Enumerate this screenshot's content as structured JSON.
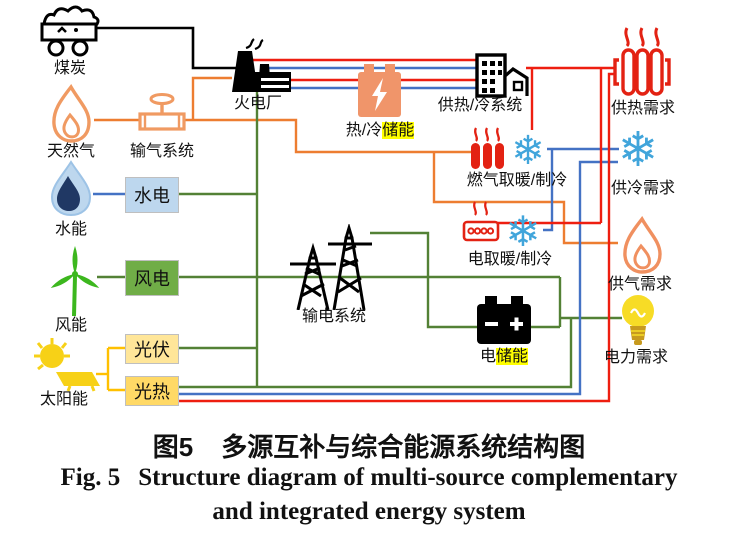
{
  "nodes": {
    "coal": "煤炭",
    "natural_gas": "天然气",
    "hydro_energy": "水能",
    "wind_energy": "风能",
    "solar_energy": "太阳能",
    "gas_transmission": "输气系统",
    "hydro_power": "水电",
    "wind_power": "风电",
    "pv": "光伏",
    "solar_thermal": "光热",
    "thermal_plant": "火电厂",
    "heat_cold_storage_prefix": "热/冷",
    "heat_cold_storage_highlight": "储能",
    "power_transmission": "输电系统",
    "heat_cold_system": "供热/冷系统",
    "gas_heating_cooling": "燃气取暖/制冷",
    "electric_heating_cooling": "电取暖/制冷",
    "electric_storage_prefix": "电",
    "electric_storage_highlight": "储能",
    "heat_demand": "供热需求",
    "cold_demand": "供冷需求",
    "gas_demand": "供气需求",
    "power_demand": "电力需求"
  },
  "icons": {
    "snowflake_glyph": "❄"
  },
  "caption": {
    "zh_fig": "图5",
    "zh_title": "多源互补与综合能源系统结构图",
    "en_fig": "Fig. 5",
    "en_line1": "Structure diagram of multi-source complementary",
    "en_line2": "and integrated energy system"
  },
  "colors": {
    "line_black": "#000000",
    "line_orange": "#ED7D31",
    "line_green": "#538135",
    "line_blue": "#4472C4",
    "line_red": "#EE1E10",
    "line_gold": "#FFC000",
    "highlight": "#FFFF00",
    "box_hydro_fill": "#BDD7EE",
    "box_wind_fill": "#70AD47",
    "box_pv_fill": "#FFE699",
    "box_thermal_fill": "#FFD966",
    "snowflake_blue": "#41A5DB",
    "icon_red": "#E32213",
    "icon_orange": "#F09A62"
  }
}
